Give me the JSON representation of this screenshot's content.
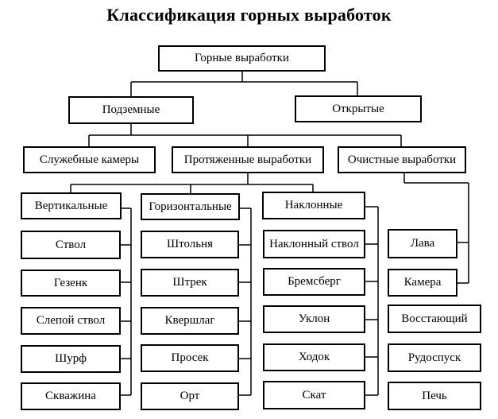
{
  "title": "Классификация горных выработок",
  "root": "Горные выработки",
  "level1": {
    "underground": "Подземные",
    "open": "Открытые"
  },
  "level2": {
    "service_chambers": "Служебные камеры",
    "extended": "Протяженные выработки",
    "stoping": "Очистные выработки"
  },
  "columns": {
    "vertical": {
      "header": "Вертикальные",
      "items": [
        "Ствол",
        "Гезенк",
        "Слепой ствол",
        "Шурф",
        "Скважина"
      ]
    },
    "horizontal": {
      "header": "Горизонтальные",
      "items": [
        "Штольня",
        "Штрек",
        "Квершлаг",
        "Просек",
        "Орт"
      ]
    },
    "inclined": {
      "header": "Наклонные",
      "items": [
        "Наклонный ствол",
        "Бремсберг",
        "Уклон",
        "Ходок",
        "Скат"
      ]
    },
    "stoping_items": [
      "Лава",
      "Камера",
      "Восстающий",
      "Рудоспуск",
      "Печь"
    ]
  }
}
